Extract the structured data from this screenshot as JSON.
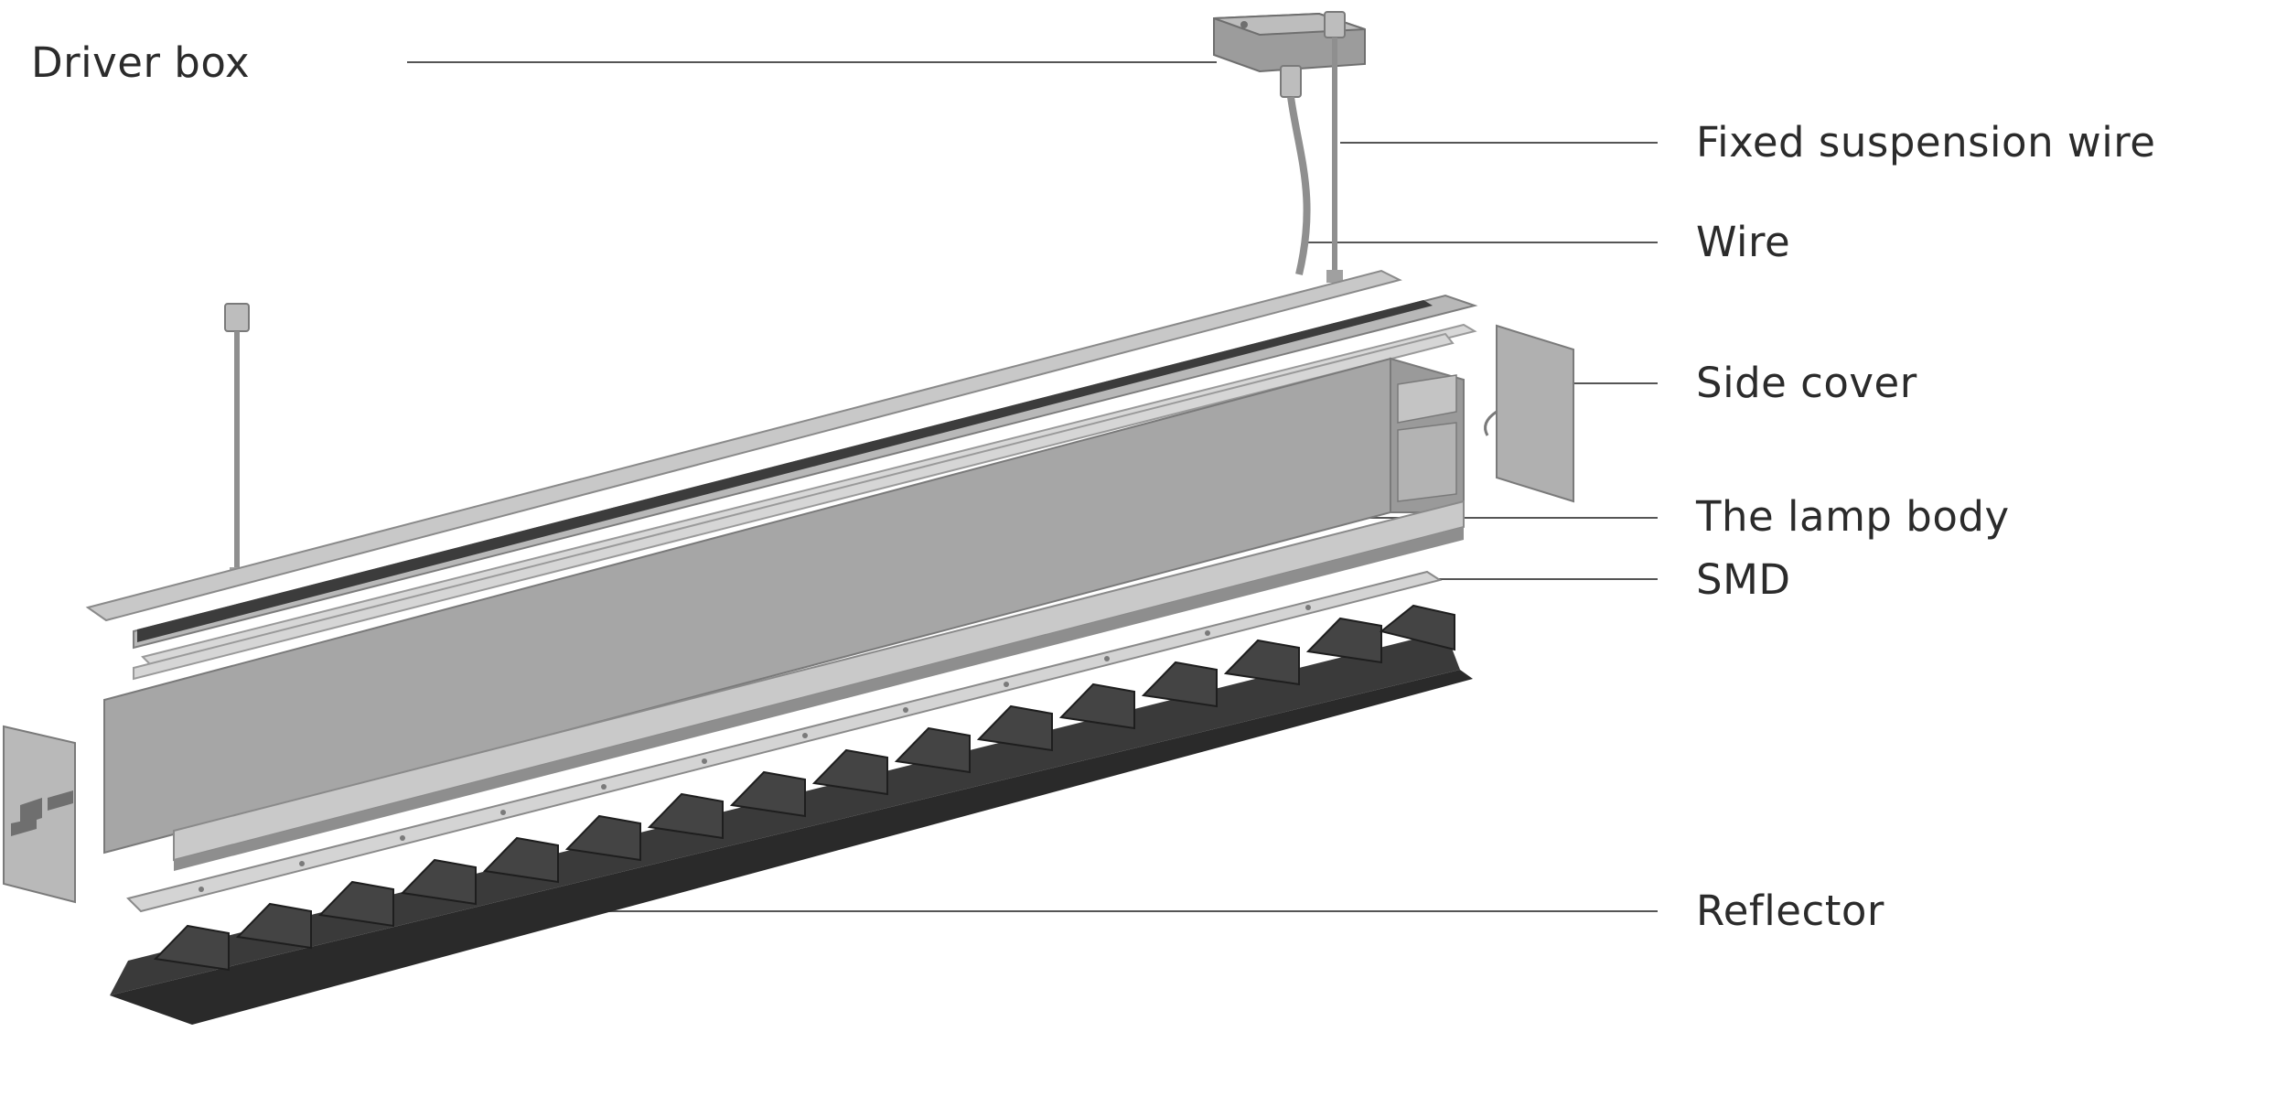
{
  "diagram": {
    "labels": {
      "driver_box": "Driver box",
      "fixed_suspension_wire": "Fixed suspension wire",
      "wire": "Wire",
      "side_cover": "Side cover",
      "lamp_body": "The lamp body",
      "smd": "SMD",
      "reflector": "Reflector"
    },
    "colors": {
      "label_text": "#2b2b2b",
      "leader_line": "#555555",
      "housing_gray": "#a8a8a8",
      "housing_light": "#d0d0d0",
      "channel_dark": "#3c3c3c",
      "reflector_black": "#2a2a2a"
    }
  }
}
